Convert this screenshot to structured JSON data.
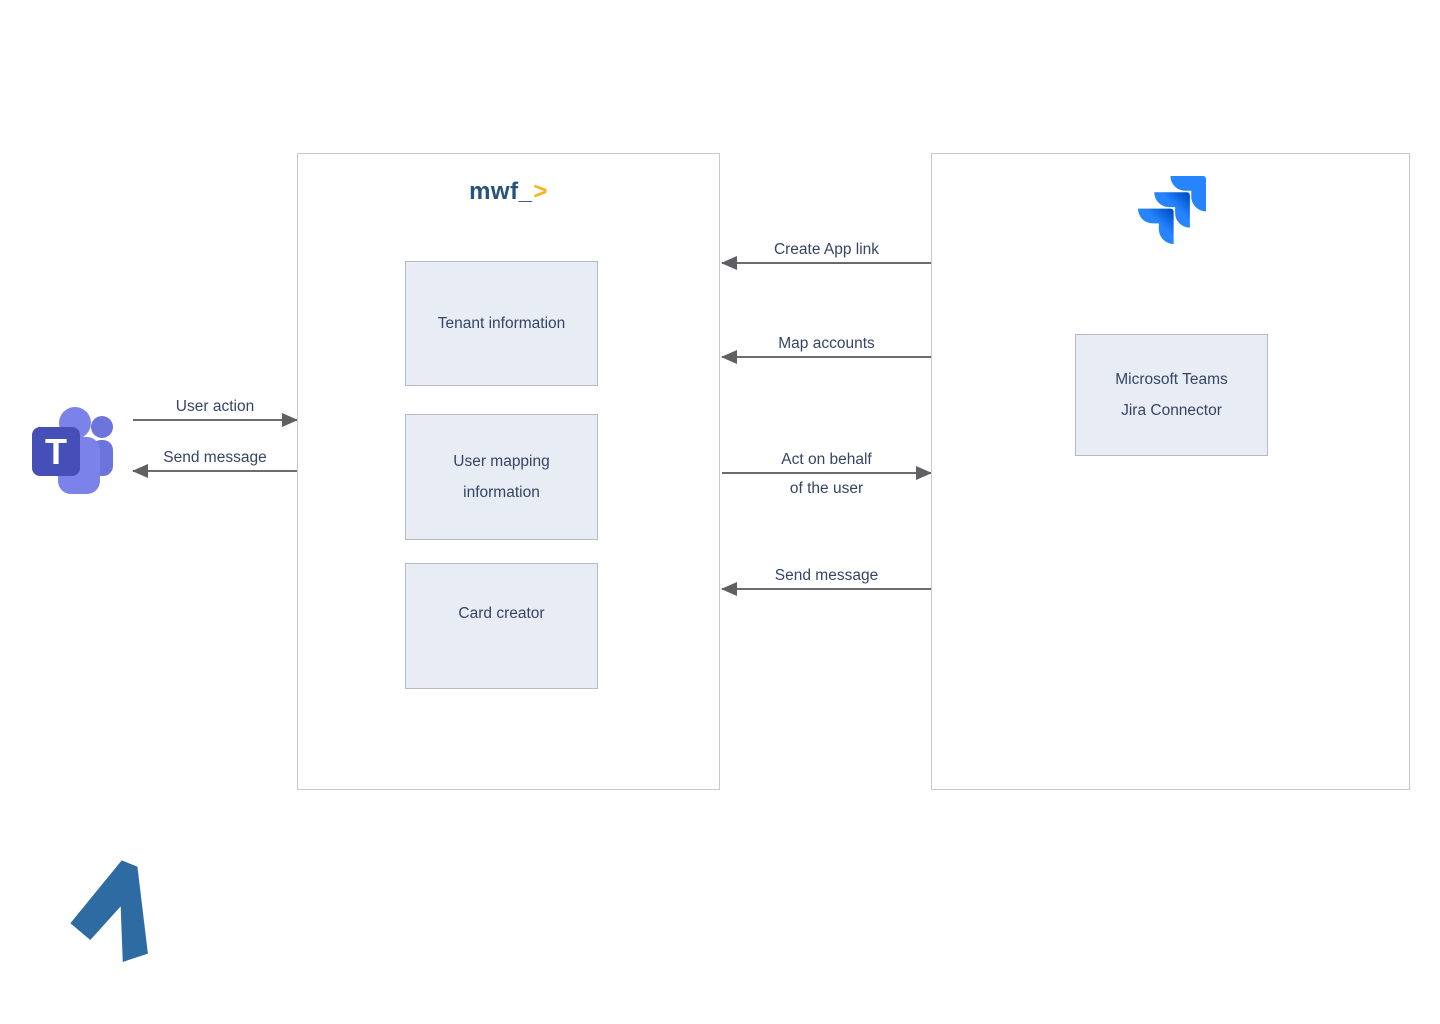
{
  "colors": {
    "background": "#ffffff",
    "container_border": "#c9c9c9",
    "node_fill": "#e8ecf5",
    "node_border": "#b6bac6",
    "label_text": "#344563",
    "arrow_gray": "#6b6b70",
    "mwf_blue": "#26527d",
    "mwf_gold": "#fbb117",
    "jira_blue": "#2684FF",
    "jira_blue_dark": "#0052CC",
    "teams_square_purple": "#464eb8",
    "teams_body_purple": "#7b83eb",
    "teams_side_purple": "#6d74dc",
    "bottom_logo_blue": "#2f6ba3"
  },
  "teams": {
    "icon": "microsoft-teams-icon",
    "letter": "T"
  },
  "left_arrows": [
    {
      "label": "User action",
      "direction": "right"
    },
    {
      "label": "Send message",
      "direction": "left"
    }
  ],
  "mwf_panel": {
    "logo_word": "mwf_",
    "logo_caret": ">",
    "boxes": [
      {
        "label": "Tenant information"
      },
      {
        "label_line1": "User mapping",
        "label_line2": "information"
      },
      {
        "label": "Card creator"
      }
    ]
  },
  "mid_arrows": [
    {
      "label": "Create App link",
      "direction": "left"
    },
    {
      "label": "Map accounts",
      "direction": "left"
    },
    {
      "label_line1": "Act on behalf",
      "label_line2": "of the user",
      "direction": "right"
    },
    {
      "label": "Send message",
      "direction": "left"
    }
  ],
  "jira_panel": {
    "icon": "jira-icon",
    "box": {
      "label_line1": "Microsoft Teams",
      "label_line2": "Jira Connector"
    }
  },
  "bottom_logo": {
    "icon": "blue-a-mark-logo"
  }
}
